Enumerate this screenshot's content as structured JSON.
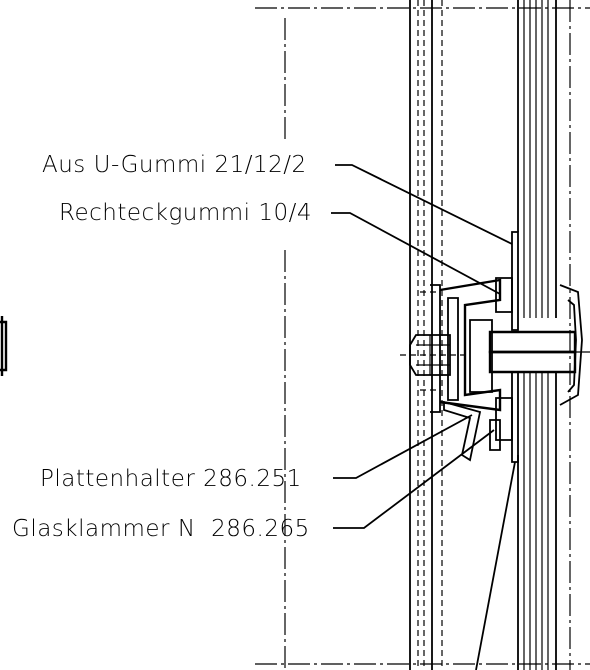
{
  "labels": {
    "u_gummi": "Aus U-Gummi 21/12/2",
    "rechteckgummi": "Rechteckgummi 10/4",
    "plattenhalter": "Plattenhalter 286.251",
    "glasklammer": "Glasklammer N  286.265"
  },
  "colors": {
    "line": "#000000",
    "background": "#ffffff"
  }
}
